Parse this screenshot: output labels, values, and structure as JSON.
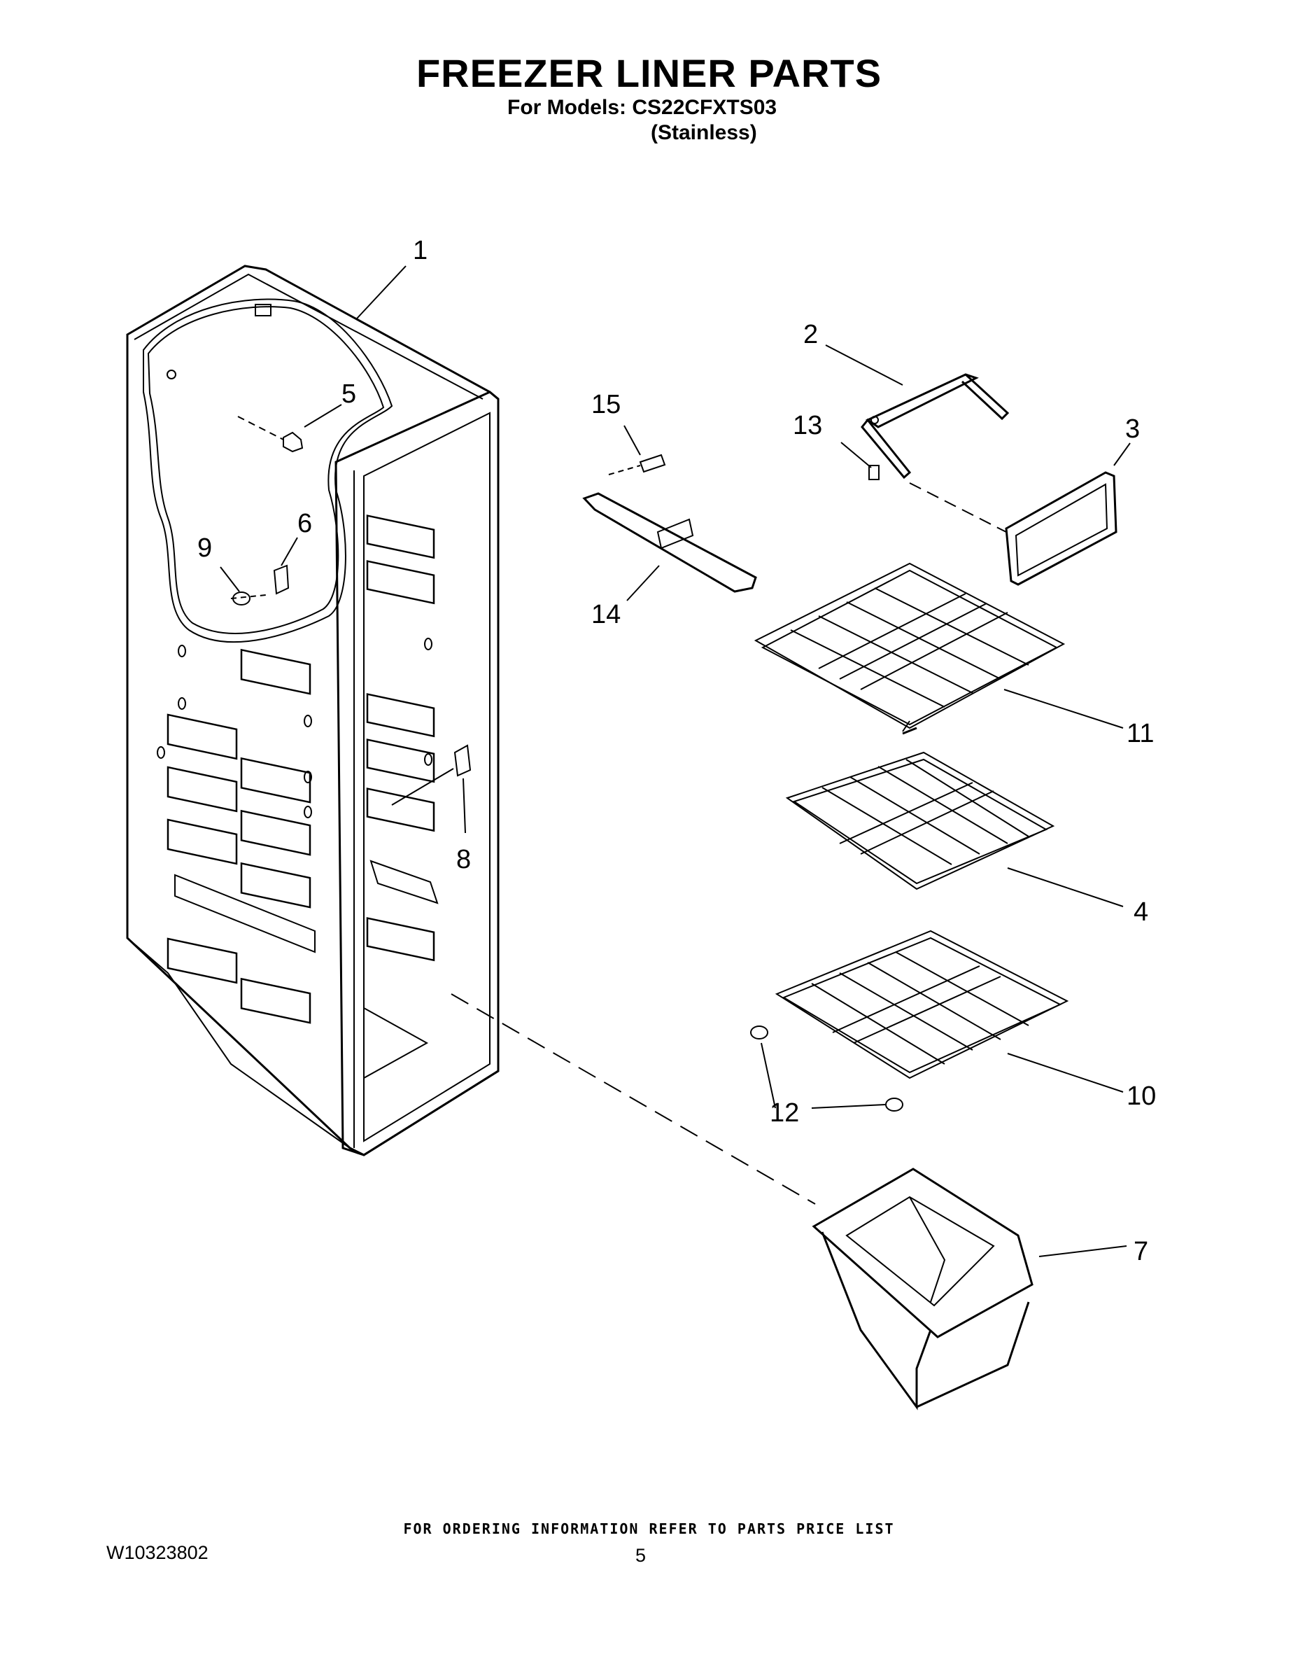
{
  "header": {
    "title": "FREEZER LINER PARTS",
    "models_line": "For Models: CS22CFXTS03",
    "finish_line": "(Stainless)"
  },
  "callouts": {
    "c1": "1",
    "c2": "2",
    "c3": "3",
    "c4": "4",
    "c5": "5",
    "c6": "6",
    "c7": "7",
    "c8": "8",
    "c9": "9",
    "c10": "10",
    "c11": "11",
    "c12": "12",
    "c13": "13",
    "c14": "14",
    "c15": "15"
  },
  "footer": {
    "ordering_note": "FOR ORDERING INFORMATION REFER TO PARTS PRICE LIST",
    "document_number": "W10323802",
    "page_number": "5"
  }
}
